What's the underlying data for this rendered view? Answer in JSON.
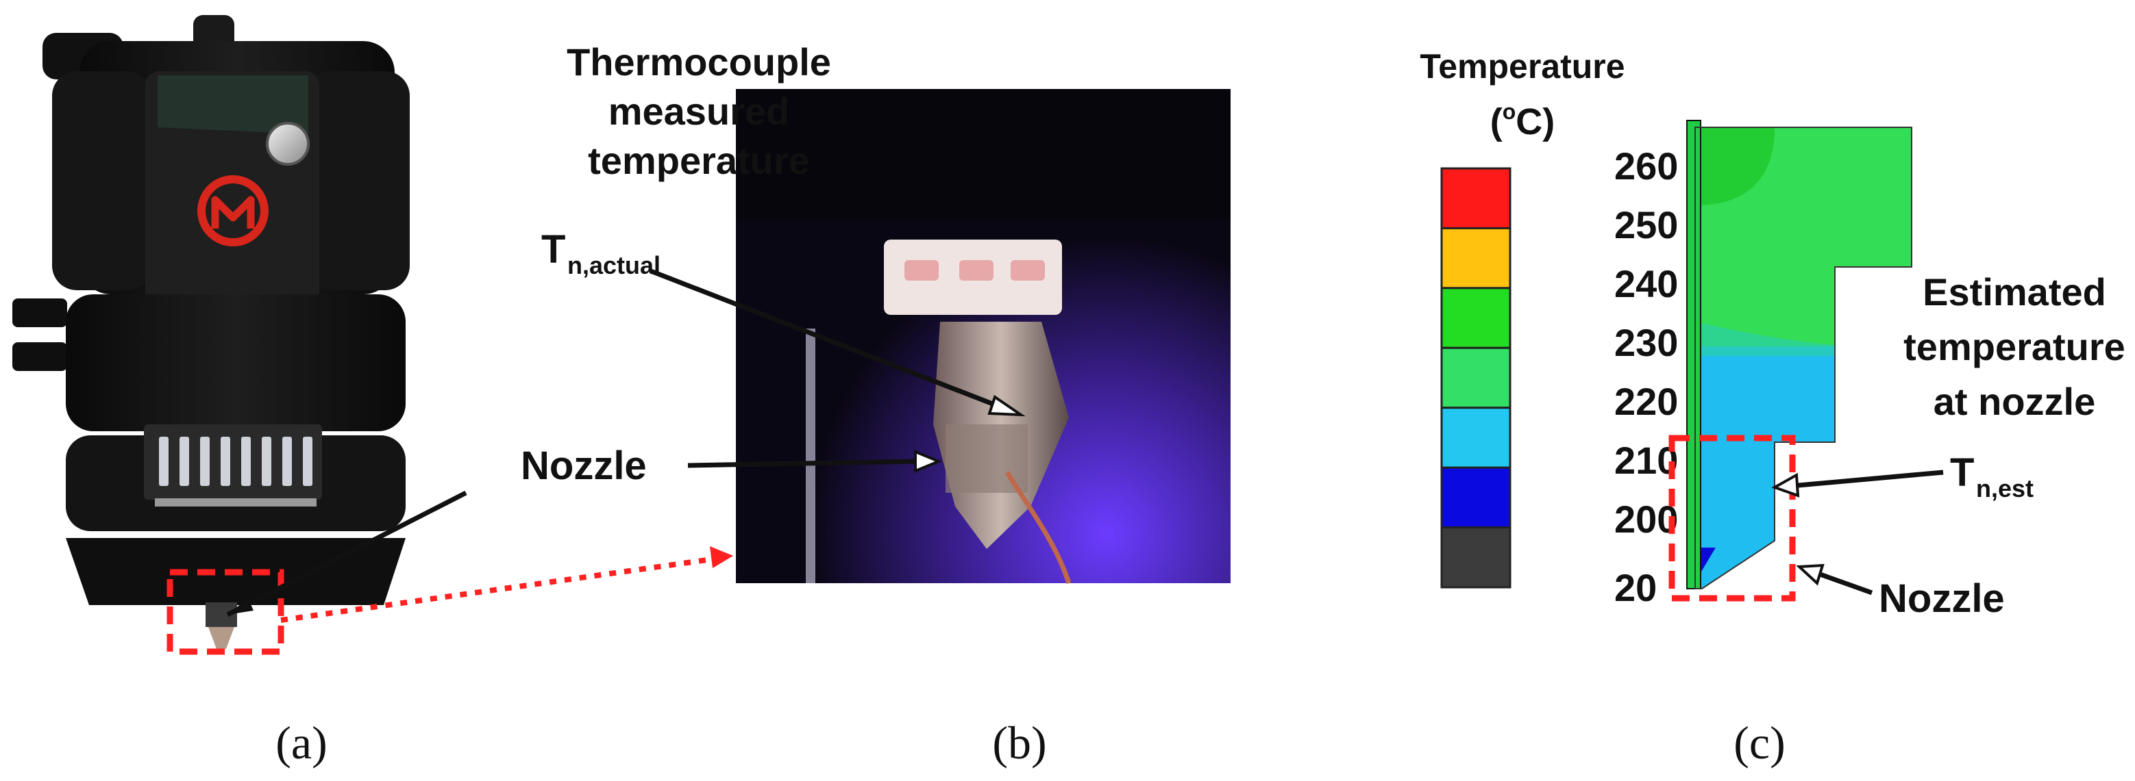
{
  "panels": {
    "a": {
      "caption": "(a)"
    },
    "b": {
      "caption": "(b)",
      "thermocouple_label": [
        "Thermocouple",
        "measured",
        "temperature"
      ],
      "tn_main": "T",
      "tn_sub": "n,actual",
      "nozzle_label": "Nozzle"
    },
    "c": {
      "caption": "(c)",
      "legend_title": "Temperature",
      "legend_unit_open": "(",
      "legend_unit_sup": "o",
      "legend_unit_close": "C)",
      "ticks": [
        "260",
        "250",
        "240",
        "230",
        "220",
        "210",
        "200",
        "20"
      ],
      "scale_colors": [
        "#ff1a1a",
        "#ffc20e",
        "#22dd22",
        "#33e066",
        "#22c8f0",
        "#0a0ae0",
        "#3c3c3c"
      ],
      "estimated_label": [
        "Estimated",
        "temperature",
        "at nozzle"
      ],
      "tn_main": "T",
      "tn_sub": "n,est",
      "nozzle_label": "Nozzle"
    }
  },
  "colors": {
    "highlight_box": "#ff2020",
    "arrow": "#111111",
    "extruder_body": "#151515",
    "logo": "#d8261c"
  }
}
